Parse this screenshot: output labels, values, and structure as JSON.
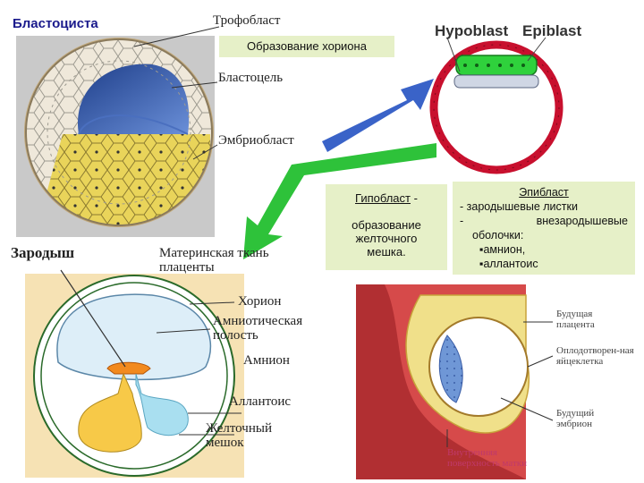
{
  "blastocyst": {
    "header": "Бластоциста",
    "trophoblast_label": "Трофобласт",
    "chorion_box": "Образование хориона",
    "blastocoel_label": "Бластоцель",
    "embryoblast_label": "Эмбриобласт"
  },
  "disc": {
    "hypoblast_label": "Hypoblast",
    "epiblast_label": "Epiblast"
  },
  "hypoblast_box": {
    "title": "Гипобласт",
    "dash": "-",
    "line1": "образование",
    "line2": "желточного",
    "line3": "мешка."
  },
  "epiblast_box": {
    "title": "Эпибласт",
    "line1": "- зародышевые листки",
    "line2_dash": "-",
    "line2": "внезародышевые",
    "line3": "оболочки:",
    "items": [
      "амнион,",
      "аллантоис"
    ]
  },
  "embryo": {
    "header": "Зародыш",
    "placenta_tissue": "Материнская ткань плаценты",
    "chorion": "Хорион",
    "amniotic_cavity": "Амниотическая полость",
    "amnion": "Амнион",
    "allantois": "Аллантоис",
    "yolk_sac": "Желточный мешок"
  },
  "implantation": {
    "future_placenta": "Будущая плацента",
    "fertilized_egg": "Оплодотворен-ная яйцеклетка",
    "future_embryo": "Будущий эмбрион",
    "inner_uterus": "Внутренняя поверхность матки"
  },
  "colors": {
    "arrow_blue": "#3a63c8",
    "arrow_green": "#2ec23a",
    "box_green": "#e6f0c8",
    "epiblast_green": "#2fd13c",
    "ring_red": "#c8102e"
  }
}
